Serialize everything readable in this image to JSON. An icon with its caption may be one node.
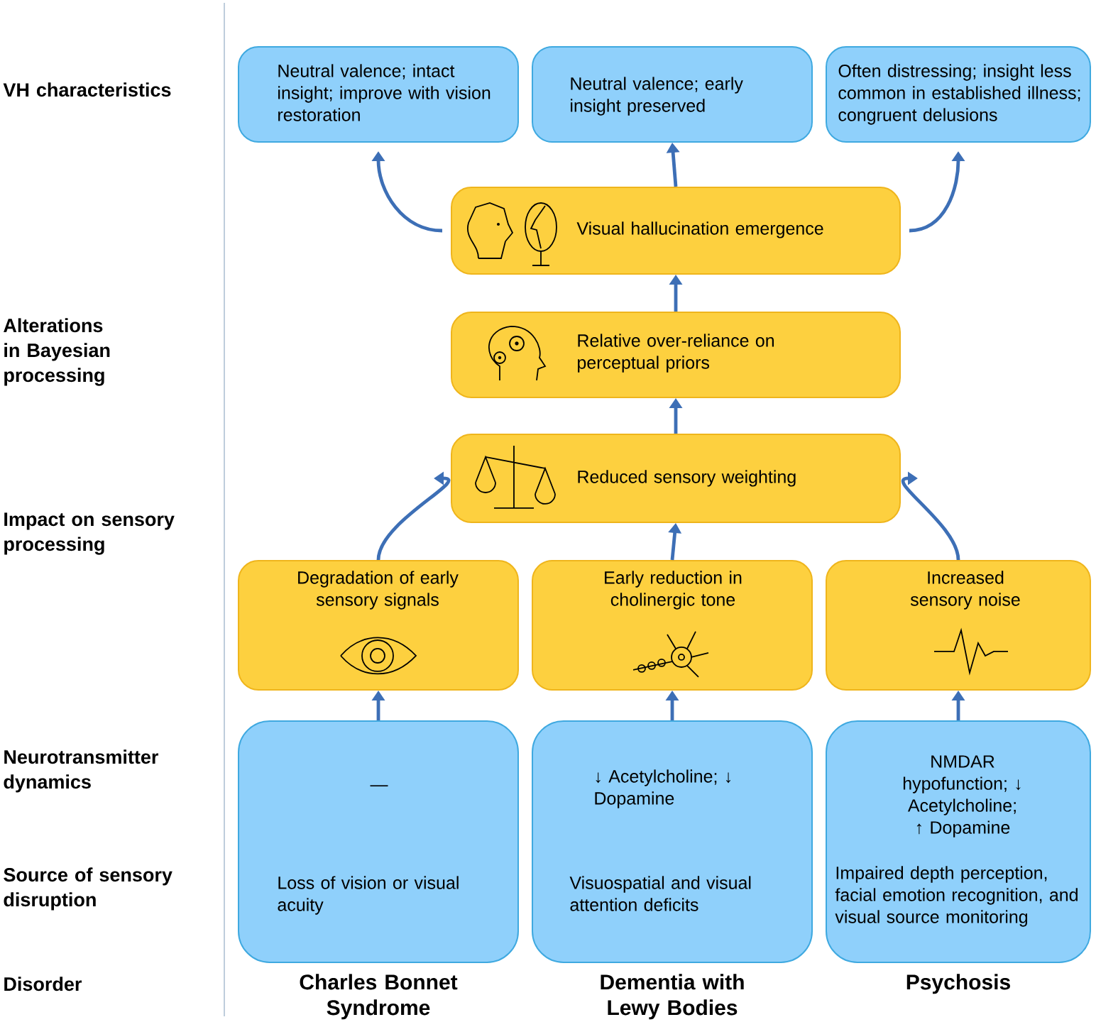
{
  "diagram": {
    "nodes": [
      {
        "text": [
          "Neutral valence; intact insight; improve with vision restoration"
        ]
      },
      {
        "text": [
          "Neutral valence; early insight preserved"
        ]
      },
      {
        "text": [
          "Often distressing; insight less common in established illness; congruent delusions"
        ]
      },
      {
        "text": [
          "Visual hallucination emergence"
        ]
      },
      {
        "text": [
          "Relative over-reliance on perceptual priors"
        ]
      },
      {
        "text": [
          "Reduced sensory weighting"
        ]
      },
      {
        "text": [
          "Degradation of early sensory signals"
        ]
      },
      {
        "text": [
          "Early reduction in cholinergic tone"
        ]
      },
      {
        "text": [
          "Increased sensory noise"
        ]
      },
      {
        "text": [
          "—",
          "Loss of vision or visual acuity"
        ],
        "beside": [
          "Charles Bonnet Syndrome"
        ]
      },
      {
        "text": [
          "↓ Acetylcholine; ↓ Dopamine",
          "Visuospatial and visual attention deficits"
        ],
        "beside": [
          "Dementia with Lewy Bodies"
        ]
      },
      {
        "text": [
          "NMDAR hypofunction; ↓ Acetylcholine; ↑ Dopamine",
          "Impaired depth perception, facial emotion recognition, and visual source monitoring"
        ],
        "beside": [
          "Psychosis"
        ]
      }
    ],
    "edges": [
      {
        "from": 9,
        "to": 6,
        "arrow": "to"
      },
      {
        "from": 10,
        "to": 7,
        "arrow": "to"
      },
      {
        "from": 11,
        "to": 8,
        "arrow": "to"
      },
      {
        "from": 6,
        "to": 5,
        "arrow": "to"
      },
      {
        "from": 7,
        "to": 5,
        "arrow": "to"
      },
      {
        "from": 8,
        "to": 5,
        "arrow": "to"
      },
      {
        "from": 5,
        "to": 4,
        "arrow": "to"
      },
      {
        "from": 4,
        "to": 3,
        "arrow": "to"
      },
      {
        "from": 3,
        "to": 0,
        "arrow": "to"
      },
      {
        "from": 3,
        "to": 1,
        "arrow": "to"
      },
      {
        "from": 3,
        "to": 2,
        "arrow": "to"
      }
    ],
    "labels": [
      "VH characteristics",
      "Alterations in Bayesian processing",
      "Impact on sensory processing",
      "Neurotransmitter dynamics",
      "Source of sensory disruption",
      "Disorder"
    ]
  }
}
